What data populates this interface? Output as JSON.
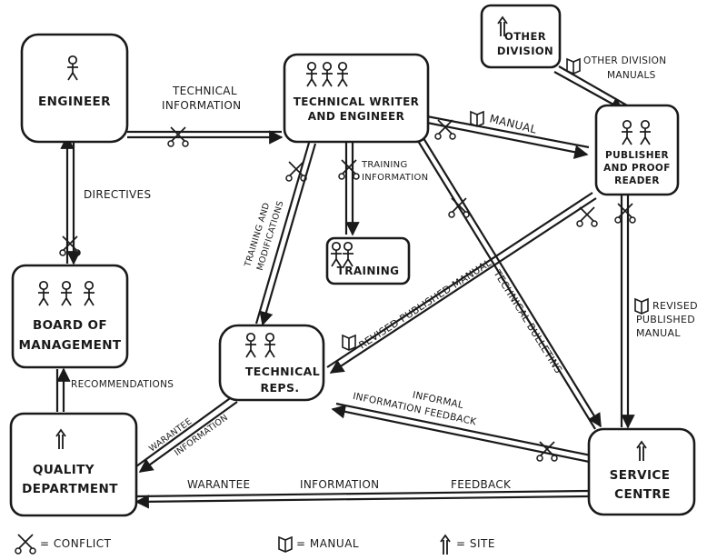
{
  "nodes": {
    "engineer": "ENGINEER",
    "tech_writer_line1": "TECHNICAL WRITER",
    "tech_writer_line2": "AND ENGINEER",
    "other_division_line1": "OTHER",
    "other_division_line2": "DIVISION",
    "publisher_line1": "PUBLISHER",
    "publisher_line2": "AND PROOF",
    "publisher_line3": "READER",
    "training": "TRAINING",
    "board_line1": "BOARD OF",
    "board_line2": "MANAGEMENT",
    "tech_reps_line1": "TECHNICAL",
    "tech_reps_line2": "REPS.",
    "quality_line1": "QUALITY",
    "quality_line2": "DEPARTMENT",
    "service_line1": "SERVICE",
    "service_line2": "CENTRE"
  },
  "flows": {
    "technical_information_line1": "TECHNICAL",
    "technical_information_line2": "INFORMATION",
    "manual": "MANUAL",
    "other_division_manuals_line1": "OTHER DIVISION",
    "other_division_manuals_line2": "MANUALS",
    "directives": "DIRECTIVES",
    "training_information_line1": "TRAINING",
    "training_information_line2": "INFORMATION",
    "training_and_modifications_line1": "TRAINING AND",
    "training_and_modifications_line2": "MODIFICATIONS",
    "revised_published_manual_diag": "REVISED PUBLISHED MANUAL",
    "technical_bulletins": "TECHNICAL BULLETINS",
    "revised_published_manual_line1": "REVISED",
    "revised_published_manual_line2": "PUBLISHED",
    "revised_published_manual_line3": "MANUAL",
    "recommendations": "RECOMMENDATIONS",
    "informal_feedback_line1": "INFORMAL",
    "informal_feedback_line2": "INFORMATION FEEDBACK",
    "warantee_information_line1": "WARANTEE",
    "warantee_information_line2": "INFORMATION",
    "bottom_flow_part1": "WARANTEE",
    "bottom_flow_part2": "INFORMATION",
    "bottom_flow_part3": "FEEDBACK"
  },
  "legend": {
    "conflict": "= CONFLICT",
    "manual": "= MANUAL",
    "site": "= SITE"
  },
  "icons": [
    "conflict-scissors-icon",
    "manual-book-icon",
    "site-arrow-icon",
    "person-icon"
  ]
}
